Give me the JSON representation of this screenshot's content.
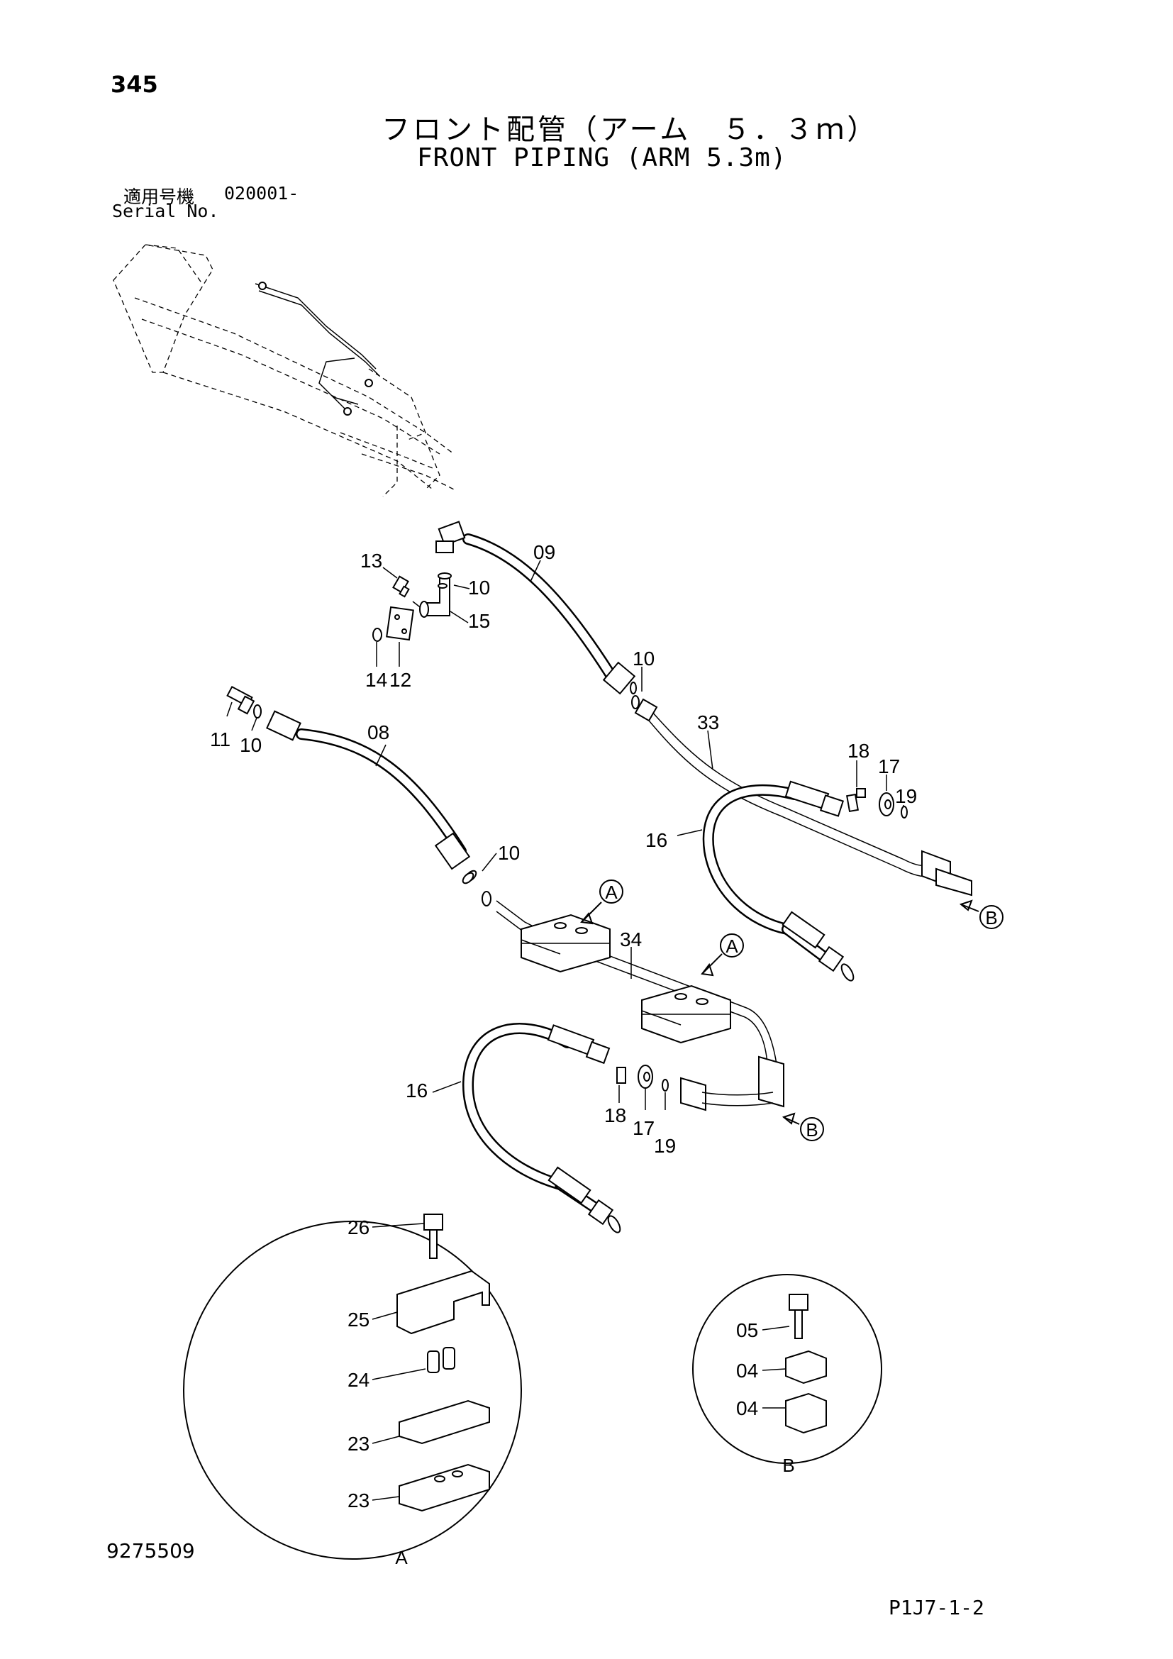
{
  "header": {
    "page_number": "345",
    "title_jp": "フロント配管（アーム　５．３ｍ）",
    "title_en": "FRONT PIPING (ARM 5.3m)",
    "serial_label_jp": "適用号機",
    "serial_value": "020001-",
    "serial_label_en": "Serial No."
  },
  "callouts": {
    "c09": "09",
    "c13": "13",
    "c10a": "10",
    "c15": "15",
    "c14": "14",
    "c12": "12",
    "c10b": "10",
    "c11": "11",
    "c10c": "10",
    "c08": "08",
    "c33": "33",
    "c18a": "18",
    "c17a": "17",
    "c19a": "19",
    "c16a": "16",
    "c10d": "10",
    "c34": "34",
    "c16b": "16",
    "c18b": "18",
    "c17b": "17",
    "c19b": "19",
    "c26": "26",
    "c25": "25",
    "c24": "24",
    "c23a": "23",
    "c23b": "23",
    "c05": "05",
    "c04a": "04",
    "c04b": "04"
  },
  "detail_markers": {
    "a1": "A",
    "a2": "A",
    "b1": "B",
    "b2": "B",
    "detail_a_label": "A",
    "detail_b_label": "B"
  },
  "footer": {
    "doc_number": "9275509",
    "page_code": "P1J7-1-2"
  }
}
